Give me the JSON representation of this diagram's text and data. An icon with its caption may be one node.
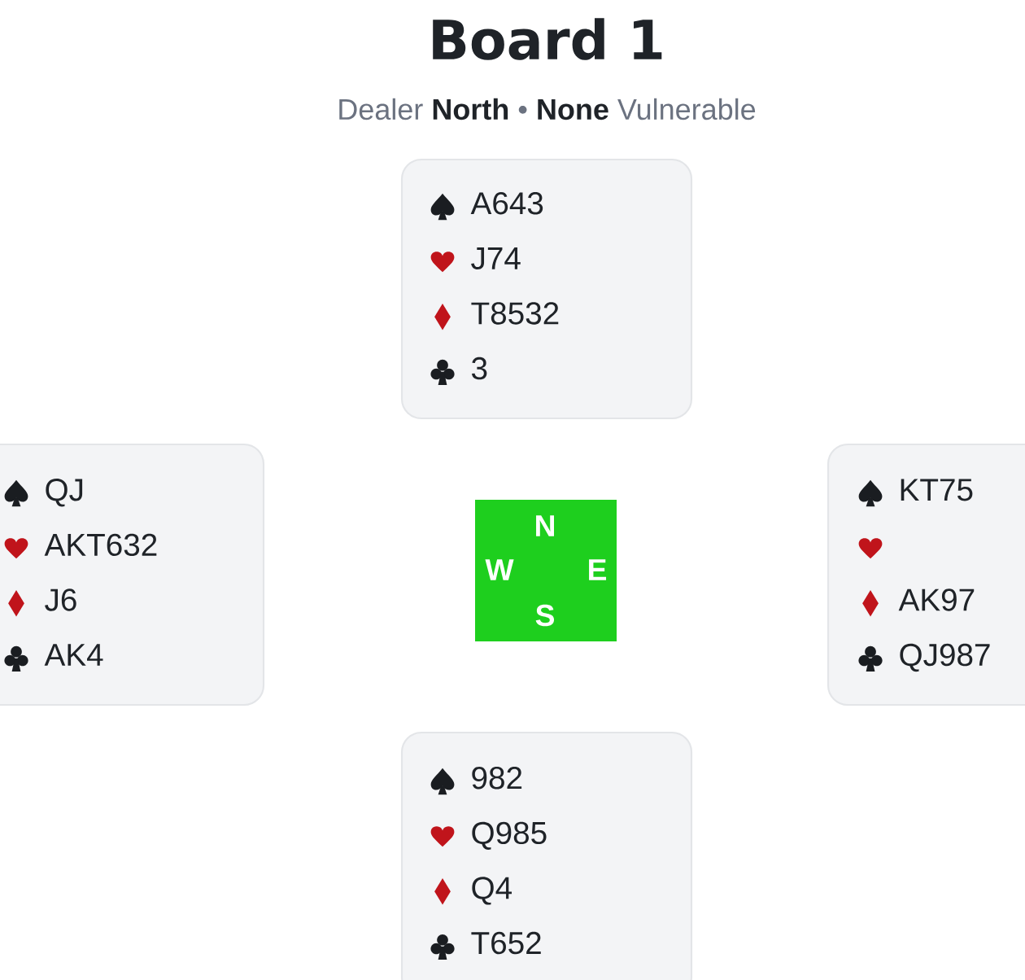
{
  "diagram": {
    "title": "Board 1",
    "caption": "Dealer **North** • **None** Vulnerable",
    "nodes": [
      {
        "text": [
          "A643",
          "J74",
          "T8532",
          "3"
        ]
      },
      {
        "text": [
          "QJ",
          "AKT632",
          "J6",
          "AK4"
        ]
      },
      {
        "text": [
          "N",
          "W",
          "E",
          "S"
        ]
      },
      {
        "text": [
          "KT75",
          "AK97",
          "QJ987"
        ]
      },
      {
        "text": [
          "982",
          "Q985",
          "Q4",
          "T652"
        ]
      }
    ]
  }
}
